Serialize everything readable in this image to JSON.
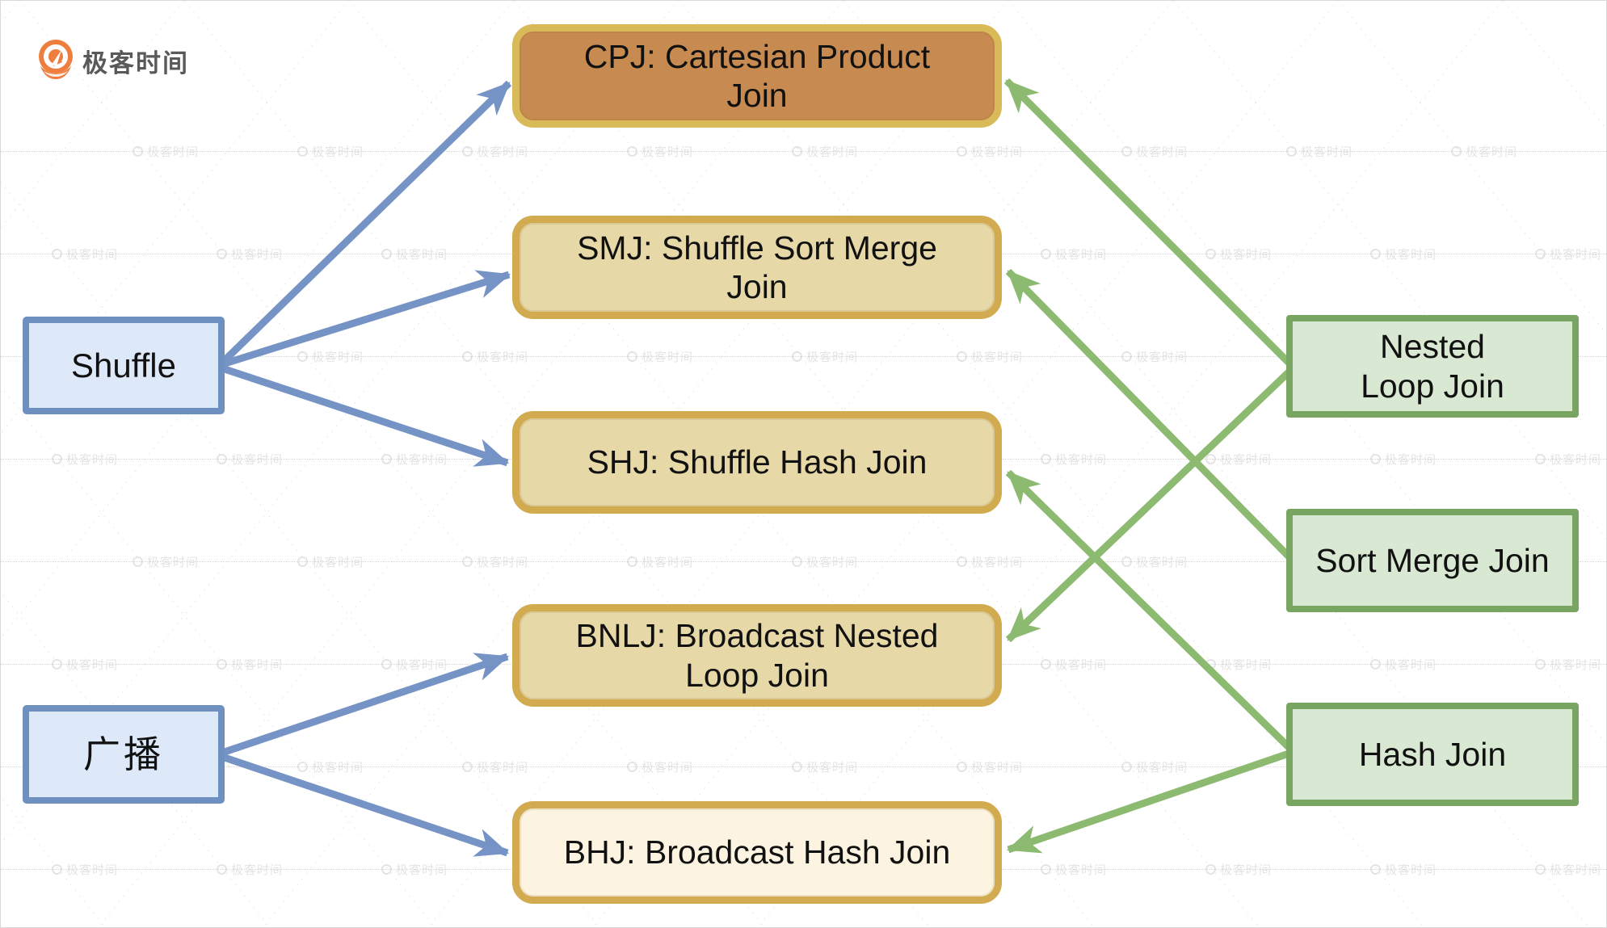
{
  "logo": {
    "brand": "极客时间",
    "accent_color": "#f0823c"
  },
  "watermark": {
    "text": "极客时间"
  },
  "colors": {
    "blue_edge": "#7693c6",
    "green_edge": "#8cba70",
    "left_node_border": "#6e90c0",
    "left_node_fill": "#dde9f8",
    "right_node_border": "#79a563",
    "right_node_fill": "#d9e8d2",
    "mid_node_border": "#d2ab50",
    "mid_node_fill_tan": "#e7d8a7",
    "mid_node_fill_orange": "#c78b51",
    "mid_node_fill_cream": "#fcf4e0"
  },
  "diagram": {
    "left_nodes": [
      {
        "id": "shuffle",
        "label": "Shuffle"
      },
      {
        "id": "broadcast",
        "label": "广播"
      }
    ],
    "middle_nodes": [
      {
        "id": "cpj",
        "label": "CPJ: Cartesian Product Join",
        "variant": "orange"
      },
      {
        "id": "smj",
        "label": "SMJ: Shuffle Sort Merge Join",
        "variant": "tan"
      },
      {
        "id": "shj",
        "label": "SHJ: Shuffle Hash Join",
        "variant": "tan"
      },
      {
        "id": "bnlj",
        "label": "BNLJ: Broadcast Nested Loop Join",
        "variant": "tan"
      },
      {
        "id": "bhj",
        "label": "BHJ: Broadcast Hash Join",
        "variant": "cream"
      }
    ],
    "right_nodes": [
      {
        "id": "nlj",
        "label": "Nested Loop Join"
      },
      {
        "id": "smjr",
        "label": "Sort Merge Join"
      },
      {
        "id": "hj",
        "label": "Hash Join"
      }
    ],
    "edges": [
      {
        "from": "shuffle",
        "to": "cpj",
        "color": "blue"
      },
      {
        "from": "shuffle",
        "to": "smj",
        "color": "blue"
      },
      {
        "from": "shuffle",
        "to": "shj",
        "color": "blue"
      },
      {
        "from": "broadcast",
        "to": "bnlj",
        "color": "blue"
      },
      {
        "from": "broadcast",
        "to": "bhj",
        "color": "blue"
      },
      {
        "from": "nlj",
        "to": "cpj",
        "color": "green"
      },
      {
        "from": "nlj",
        "to": "bnlj",
        "color": "green"
      },
      {
        "from": "smjr",
        "to": "smj",
        "color": "green"
      },
      {
        "from": "hj",
        "to": "shj",
        "color": "green"
      },
      {
        "from": "hj",
        "to": "bhj",
        "color": "green"
      }
    ]
  }
}
